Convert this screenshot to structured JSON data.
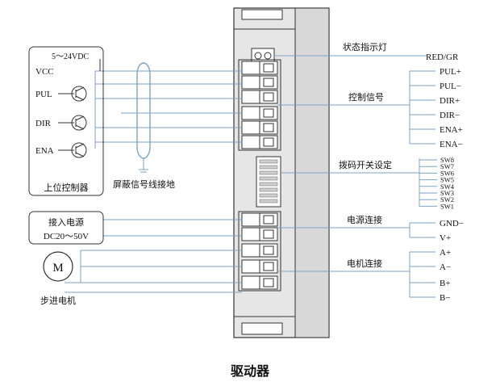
{
  "caption": "驱动器",
  "controller": {
    "title": "上位控制器",
    "supply": "5～24VDC",
    "signals": [
      "VCC",
      "PUL",
      "DIR",
      "ENA"
    ]
  },
  "shield_label": "屏蔽信号线接地",
  "power": {
    "line1": "接入电源",
    "line2": "DC20～50V"
  },
  "motor": {
    "symbol": "M",
    "label": "步进电机"
  },
  "sections": {
    "status_light": "状态指示灯",
    "control_signal": "控制信号",
    "dip_switch": "拨码开关设定",
    "power_connect": "电源连接",
    "motor_connect": "电机连接"
  },
  "status_value": "RED/GR",
  "control_pins": [
    "PUL+",
    "PUL−",
    "DIR+",
    "DIR−",
    "ENA+",
    "ENA−"
  ],
  "switches": [
    "SW8",
    "SW7",
    "SW6",
    "SW5",
    "SW4",
    "SW3",
    "SW2",
    "SW1"
  ],
  "power_pins": [
    "GND−",
    "V+"
  ],
  "motor_pins": [
    "A+",
    "A−",
    "B+",
    "B−"
  ],
  "colors": {
    "line": "#7da3c8",
    "stroke": "#333333",
    "text": "#111111",
    "housing": "#e6e6e6"
  }
}
